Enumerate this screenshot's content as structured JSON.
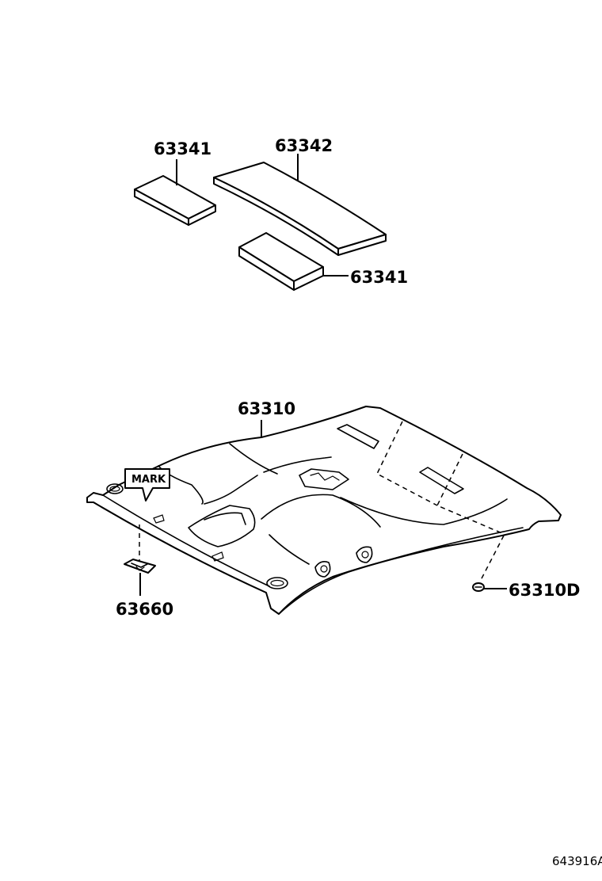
{
  "callouts": {
    "pad_upper_left": "63341",
    "pad_long": "63342",
    "pad_lower_right": "63341",
    "headlining": "63310",
    "clip": "63660",
    "screw": "63310D",
    "mark_tag": "MARK"
  },
  "illustration_code": "643916A"
}
